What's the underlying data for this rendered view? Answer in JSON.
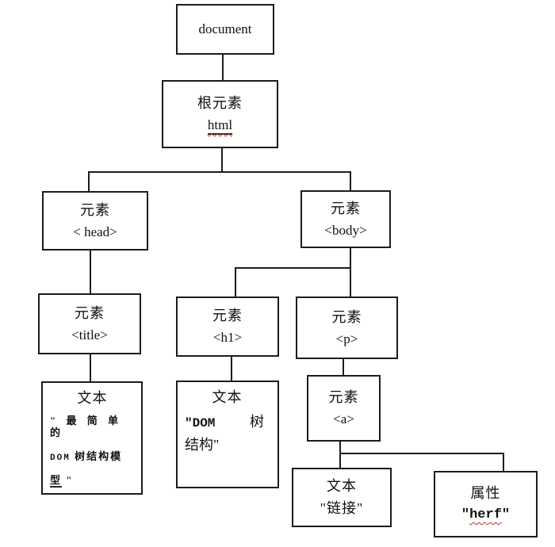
{
  "diagram": {
    "description": "DOM tree structure diagram",
    "colors": {
      "background": "#ffffff",
      "line": "#1c1c1c",
      "text": "#111111",
      "spellcheck_squiggle": "#c2342c"
    },
    "nodes": {
      "document": {
        "label": "document"
      },
      "root": {
        "title": "根元素",
        "tag": "html"
      },
      "head": {
        "title": "元素",
        "tag": "< head>"
      },
      "body": {
        "title": "元素",
        "tag": "<body>"
      },
      "title_el": {
        "title": "元素",
        "tag": "<title>"
      },
      "h1": {
        "title": "元素",
        "tag": "<h1>"
      },
      "p": {
        "title": "元素",
        "tag": "<p>"
      },
      "a": {
        "title": "元素",
        "tag": "<a>"
      },
      "text_title": {
        "title": "文本",
        "line1": "\" 最 简 单 的",
        "line2_mono": "DOM",
        "line2_cjk": "树结构模",
        "line3_word": "型",
        "line3_quote": "\""
      },
      "text_h1": {
        "title": "文本",
        "line1_mono": "\"DOM",
        "line1_cjk": "树",
        "line2": "结构\""
      },
      "text_a": {
        "title": "文本",
        "value": "\"链接\""
      },
      "attr": {
        "title": "属性",
        "open_quote": "\"",
        "word": "herf",
        "close_quote": "\""
      }
    },
    "edges": [
      "document→root",
      "root→head",
      "root→body",
      "head→title_el",
      "body→h1",
      "body→p",
      "title_el→text_title",
      "h1→text_h1",
      "p→a",
      "a→text_a",
      "a→attr"
    ]
  }
}
